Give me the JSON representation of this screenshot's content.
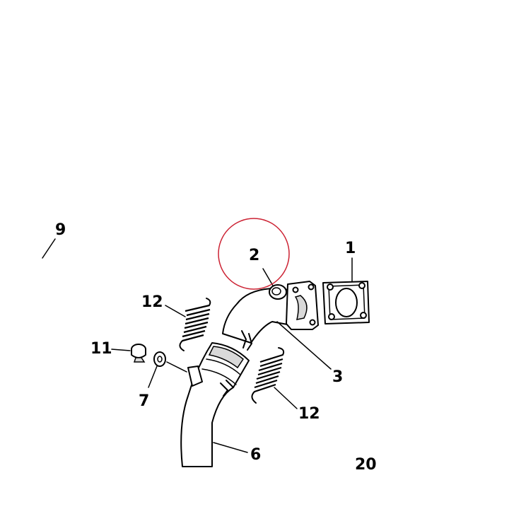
{
  "callouts": {
    "c1": "1",
    "c2": "2",
    "c3": "3",
    "c6": "6",
    "c7": "7",
    "c9": "9",
    "c11": "11",
    "c12a": "12",
    "c12b": "12",
    "c20": "20"
  },
  "highlight": {
    "color": "#cc2233",
    "target": "2"
  },
  "colors": {
    "ink": "#000000",
    "background": "#ffffff",
    "shade": "#d9d9d9"
  }
}
